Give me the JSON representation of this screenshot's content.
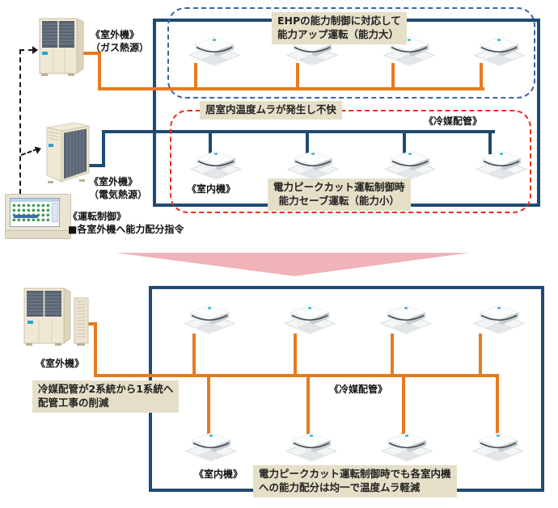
{
  "top": {
    "gas_unit": {
      "label": "《室外機》",
      "sub": "（ガス熱源）"
    },
    "electric_unit": {
      "label": "《室外機》",
      "sub": "（電気熱源）"
    },
    "controller": {
      "label": "《運転制御》",
      "note": "■各室外機へ能力配分指令"
    },
    "callout_ehp": {
      "line1": "EHPの能力制御に対応して",
      "line2": "能力アップ運転（能力大）"
    },
    "callout_mura": "居室内温度ムラが発生し不快",
    "callout_peakcut": {
      "line1": "電力ピークカット運転制御時",
      "line2": "能力セーブ運転（能力小）"
    },
    "label_indoor": "《室内機》",
    "label_piping": "《冷媒配管》"
  },
  "bottom": {
    "outdoor_unit": {
      "label": "《室外機》"
    },
    "callout_piping": {
      "line1": "冷媒配管が2系統から1系統へ",
      "line2": "配管工事の削減"
    },
    "label_piping": "《冷媒配管》",
    "label_indoor": "《室内機》",
    "callout_peakcut": {
      "line1": "電力ピークカット運転制御時でも各室内機",
      "line2": "への能力配分は均一で温度ムラ軽減"
    }
  },
  "colors": {
    "pipe_gas": "#E87A1E",
    "pipe_ehp": "#1F4A72",
    "highlight_blue": "#3A64A8",
    "highlight_red": "#EE2E20",
    "callout_bg": "#E6DFC8",
    "transition_arrow": "#F0B3B8"
  }
}
